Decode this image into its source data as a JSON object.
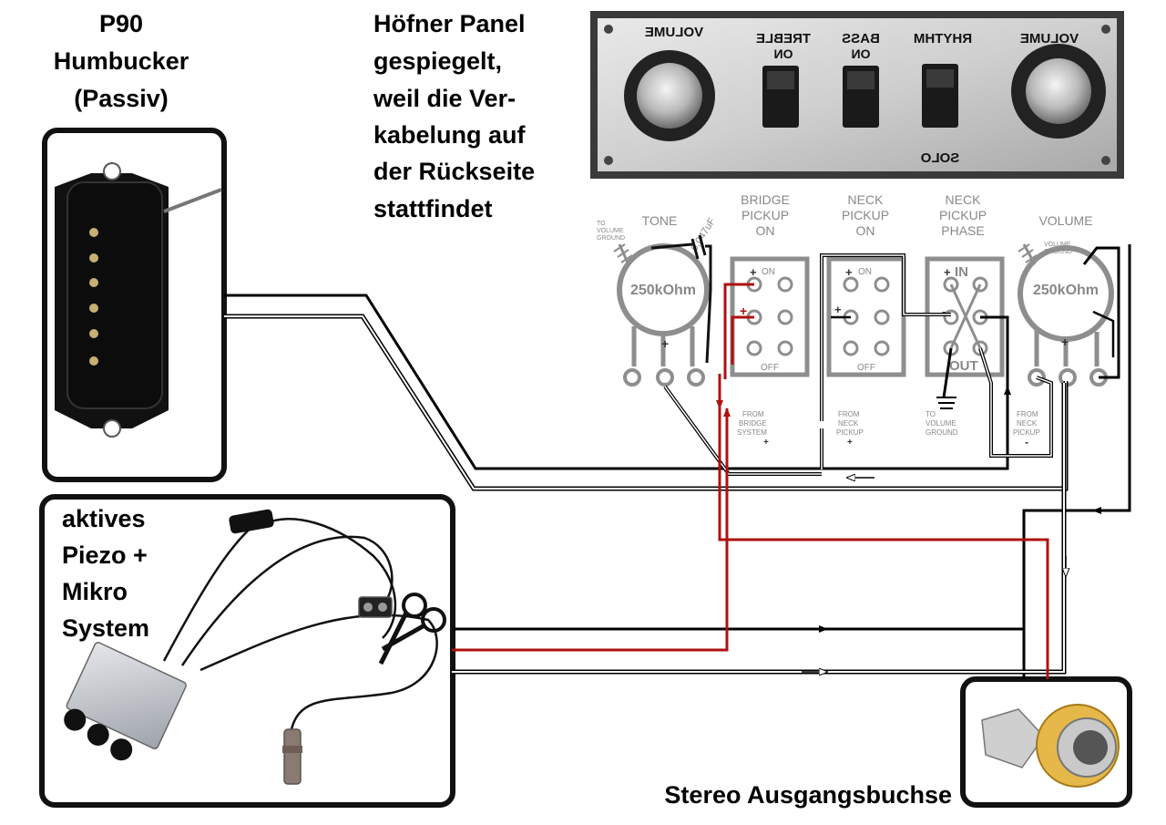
{
  "titles": {
    "p90": [
      "P90",
      "Humbucker",
      "(Passiv)"
    ],
    "panel_note": [
      "Höfner Panel",
      "gespiegelt,",
      "weil die Ver-",
      "kabelung auf",
      "der Rückseite",
      "stattfindet"
    ],
    "active": [
      "aktives",
      "Piezo +",
      "Mikro",
      "System"
    ],
    "jack": "Stereo Ausgangsbuchse"
  },
  "panel_photo": {
    "labels": [
      "VOLUME",
      "TREBLE",
      "ON",
      "BASS",
      "ON",
      "RHYTHM",
      "VOLUME",
      "SOLO"
    ]
  },
  "schematic": {
    "tone": {
      "label": "TONE",
      "pot": "250kOhm",
      "ground": [
        "TO",
        "VOLUME",
        "GROUND"
      ],
      "cap": "0,047uF"
    },
    "bridge": {
      "label": [
        "BRIDGE",
        "PICKUP",
        "ON"
      ],
      "on": "ON",
      "off": "OFF",
      "from": [
        "FROM",
        "BRIDGE",
        "SYSTEM"
      ]
    },
    "neck_on": {
      "label": [
        "NECK",
        "PICKUP",
        "ON"
      ],
      "on": "ON",
      "off": "OFF",
      "from": [
        "FROM",
        "NECK",
        "PICKUP"
      ]
    },
    "phase": {
      "label": [
        "NECK",
        "PICKUP",
        "PHASE"
      ],
      "in": "IN",
      "out": "OUT",
      "ground": [
        "TO",
        "VOLUME",
        "GROUND"
      ]
    },
    "volume": {
      "label": "VOLUME",
      "pot": "250kOhm",
      "ground": [
        "VOLUME",
        "GROUND"
      ],
      "from": [
        "FROM",
        "NECK",
        "PICKUP"
      ]
    },
    "plus": "+",
    "minus": "-"
  },
  "colors": {
    "hot": "#b01010",
    "wire": "#000000",
    "frame": "#111111",
    "schematic": "#8e8e8e"
  }
}
